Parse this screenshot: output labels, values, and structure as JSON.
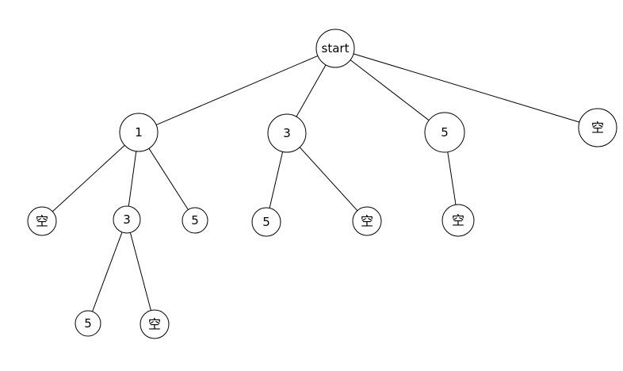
{
  "diagram": {
    "type": "tree",
    "root": {
      "label": "start",
      "children": [
        {
          "label": "1",
          "children": [
            {
              "label": "空",
              "children": []
            },
            {
              "label": "3",
              "children": [
                {
                  "label": "5",
                  "children": []
                },
                {
                  "label": "空",
                  "children": []
                }
              ]
            },
            {
              "label": "5",
              "children": []
            }
          ]
        },
        {
          "label": "3",
          "children": [
            {
              "label": "5",
              "children": []
            },
            {
              "label": "空",
              "children": []
            }
          ]
        },
        {
          "label": "5",
          "children": [
            {
              "label": "空",
              "children": []
            }
          ]
        },
        {
          "label": "空",
          "children": []
        }
      ]
    }
  },
  "colors": {
    "background": "#ffffff",
    "stroke": "#000000",
    "text": "#000000"
  }
}
